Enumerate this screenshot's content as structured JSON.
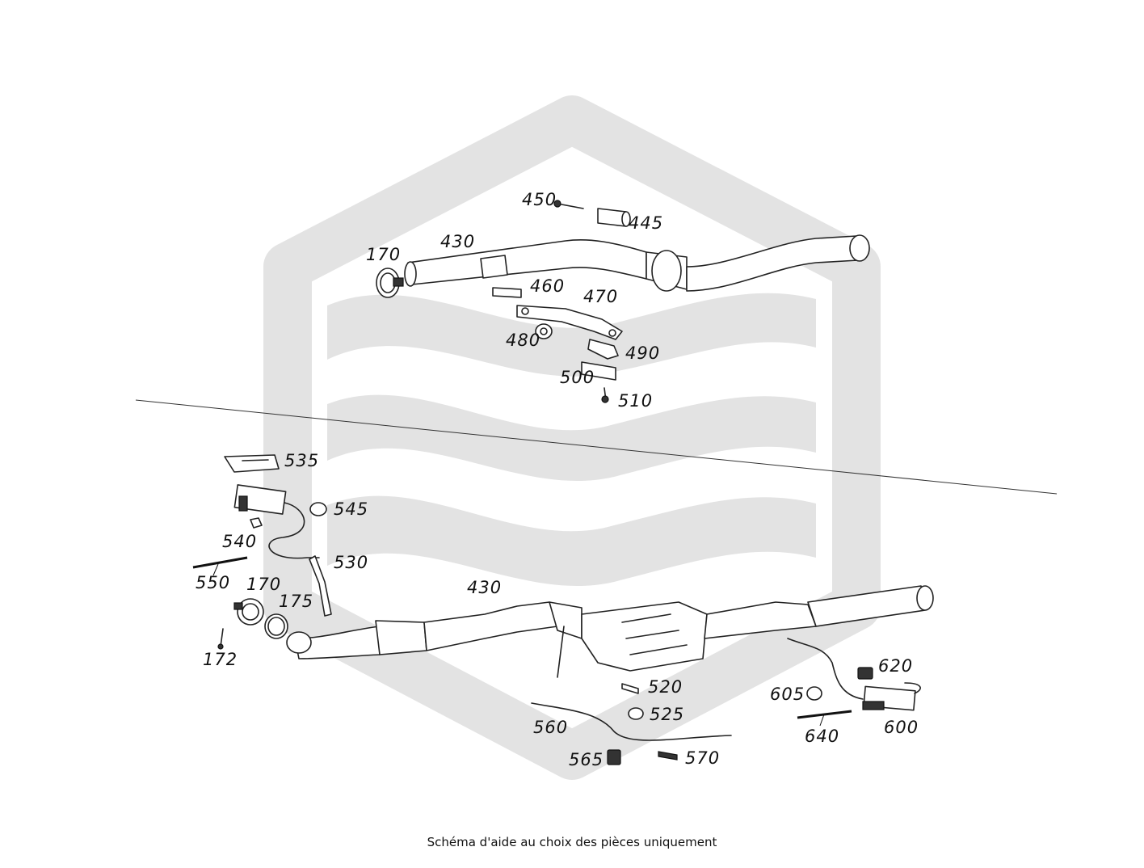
{
  "caption": "Schéma d'aide au choix des pièces uniquement",
  "watermark_icon": "hexagon-logo",
  "labels": {
    "l450": "450",
    "l445": "445",
    "l430a": "430",
    "l170a": "170",
    "l460": "460",
    "l470": "470",
    "l480": "480",
    "l490": "490",
    "l500": "500",
    "l510": "510",
    "l535": "535",
    "l545": "545",
    "l540": "540",
    "l530": "530",
    "l550": "550",
    "l170b": "170",
    "l175": "175",
    "l430b": "430",
    "l172": "172",
    "l520": "520",
    "l525": "525",
    "l560": "560",
    "l565": "565",
    "l570": "570",
    "l605": "605",
    "l620": "620",
    "l640": "640",
    "l600": "600"
  }
}
